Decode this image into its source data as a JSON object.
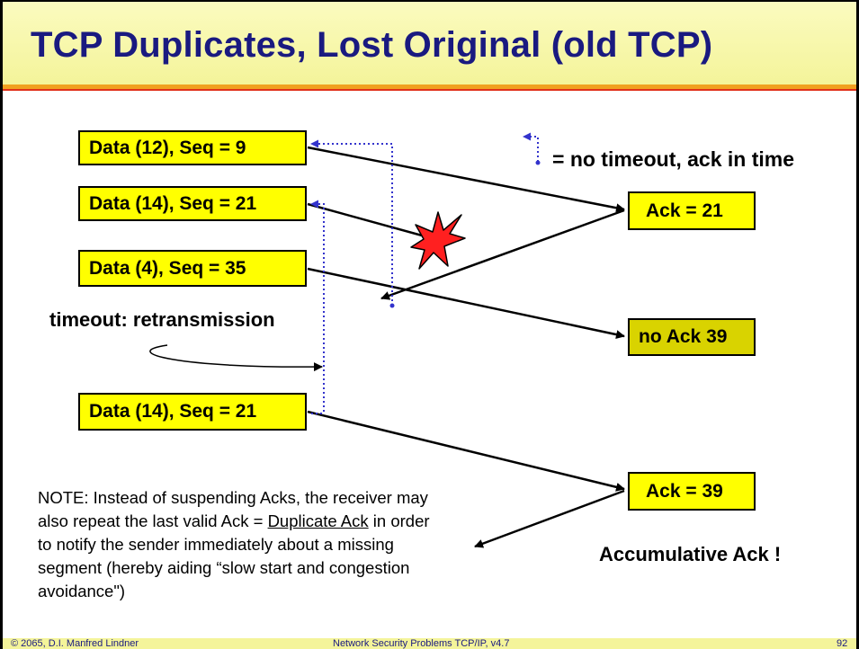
{
  "title": "TCP Duplicates, Lost Original (old TCP)",
  "legend": {
    "text": "= no timeout, ack in time"
  },
  "sender_segments": [
    {
      "label": "Data (12), Seq = 9"
    },
    {
      "label": "Data (14), Seq = 21"
    },
    {
      "label": "Data (4), Seq = 35"
    },
    {
      "label": "Data (14), Seq = 21"
    }
  ],
  "receiver_acks": [
    {
      "label": "Ack = 21"
    },
    {
      "label": "no Ack 39"
    },
    {
      "label": "Ack = 39"
    }
  ],
  "timeout_label": "timeout: retransmission",
  "note": {
    "before": "NOTE: Instead of suspending Acks, the receiver may also repeat the last valid Ack = ",
    "underlined": "Duplicate Ack",
    "after": " in order to notify the sender immediately about a missing segment (hereby aiding “slow start and congestion avoidance\")"
  },
  "accumulative_label": "Accumulative Ack !",
  "footer": {
    "copyright": "© 2065, D.I. Manfred Lindner",
    "course": "Network Security Problems TCP/IP, v4.7",
    "page": "92"
  },
  "colors": {
    "title": "#1a1a80",
    "box_fill": "#ffff00",
    "box_dim_fill": "#d9d300",
    "dotted_arrow": "#3333cc",
    "loss_star": "#ff2020",
    "header_band": "#f4f49a"
  }
}
